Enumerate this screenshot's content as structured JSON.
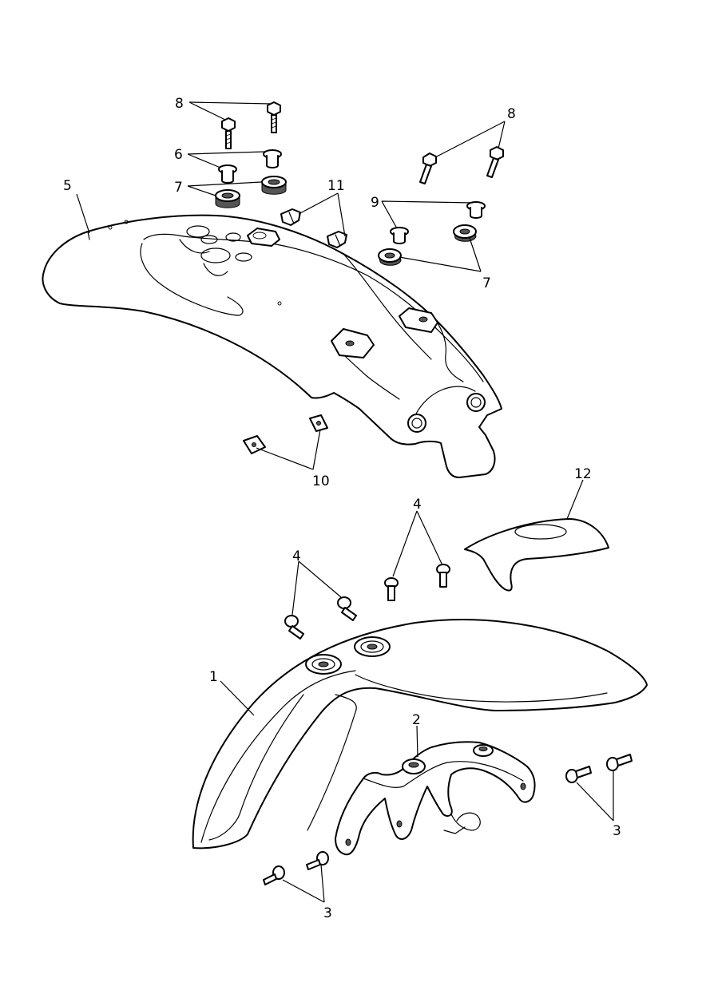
{
  "callouts": {
    "c1": "1",
    "c2": "2",
    "c3a": "3",
    "c3b": "3",
    "c4a": "4",
    "c4b": "4",
    "c5": "5",
    "c6": "6",
    "c7a": "7",
    "c7b": "7",
    "c8a": "8",
    "c8b": "8",
    "c9": "9",
    "c10": "10",
    "c11": "11",
    "c12": "12"
  }
}
